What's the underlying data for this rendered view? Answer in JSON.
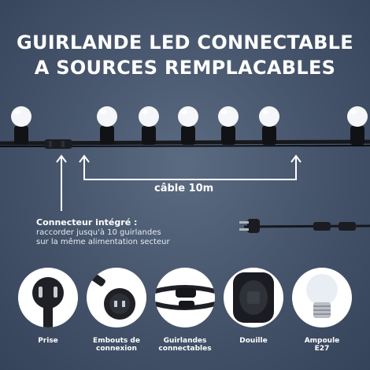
{
  "heading": {
    "line1": "GUIRLANDE LED CONNECTABLE",
    "line2": "A SOURCES REMPLACABLES"
  },
  "cable": {
    "label": "câble 10m"
  },
  "connector": {
    "title": "Connecteur intégré :",
    "desc_line1": "raccorder jusqu'à 10 guirlandes",
    "desc_line2": "sur la même alimentation secteur"
  },
  "components": [
    {
      "line1": "Prise",
      "line2": ""
    },
    {
      "line1": "Embouts de",
      "line2": "connexion"
    },
    {
      "line1": "Guirlandes",
      "line2": "connectables"
    },
    {
      "line1": "Douille",
      "line2": ""
    },
    {
      "line1": "Ampoule",
      "line2": "E27"
    }
  ],
  "colors": {
    "background": "#44536a",
    "text": "#ffffff",
    "cable": "#16181c",
    "bulb": "#f4f6fa"
  }
}
